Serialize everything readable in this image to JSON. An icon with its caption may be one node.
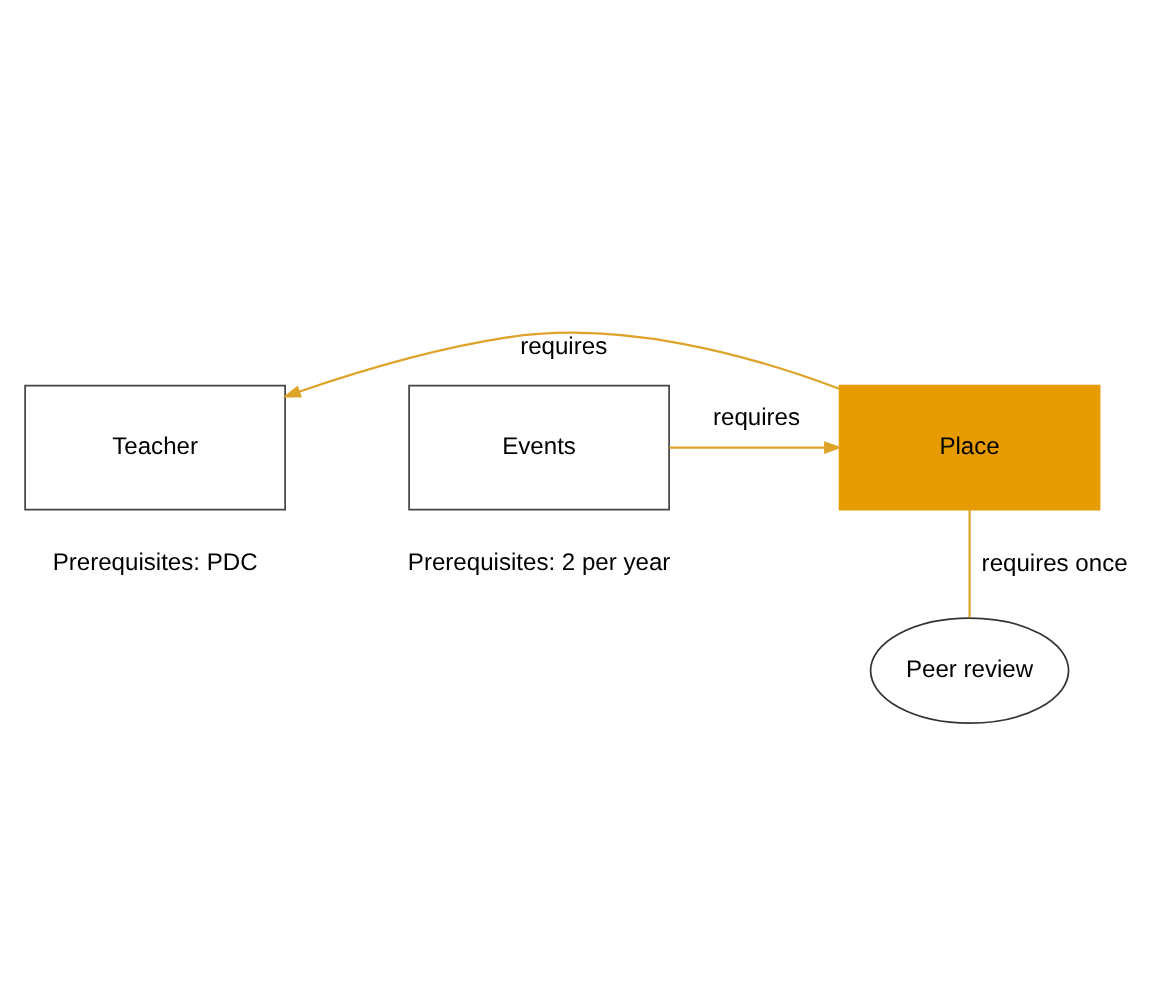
{
  "diagram": {
    "nodes": [
      {
        "text": [
          "Teacher"
        ],
        "beside": [
          "Prerequisites: PDC"
        ]
      },
      {
        "text": [
          "Events"
        ],
        "beside": [
          "Prerequisites: 2 per year"
        ]
      },
      {
        "text": [
          "Place"
        ]
      },
      {
        "text": [
          "Peer review"
        ]
      }
    ],
    "edges": [
      {
        "from": 2,
        "to": 0,
        "arrow": "to",
        "label": "requires"
      },
      {
        "from": 1,
        "to": 2,
        "arrow": "to",
        "label": "requires"
      },
      {
        "from": 2,
        "to": 3,
        "arrow": "none",
        "label": "requires once"
      }
    ]
  }
}
